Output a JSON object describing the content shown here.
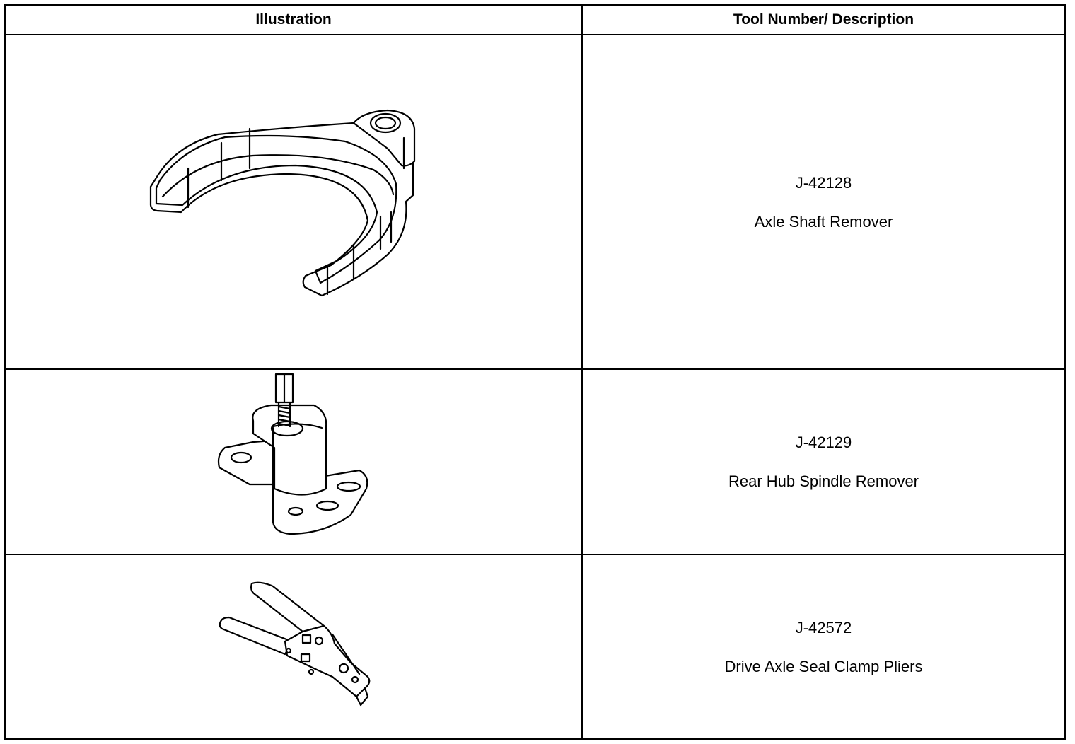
{
  "table": {
    "headers": {
      "illustration": "Illustration",
      "tool": "Tool Number/ Description"
    },
    "rows": [
      {
        "number": "J-42128",
        "description": "Axle Shaft Remover",
        "illustration_icon": "axle-shaft-remover-drawing"
      },
      {
        "number": "J-42129",
        "description": "Rear Hub Spindle Remover",
        "illustration_icon": "rear-hub-spindle-remover-drawing"
      },
      {
        "number": "J-42572",
        "description": "Drive Axle Seal Clamp Pliers",
        "illustration_icon": "seal-clamp-pliers-drawing"
      }
    ]
  }
}
